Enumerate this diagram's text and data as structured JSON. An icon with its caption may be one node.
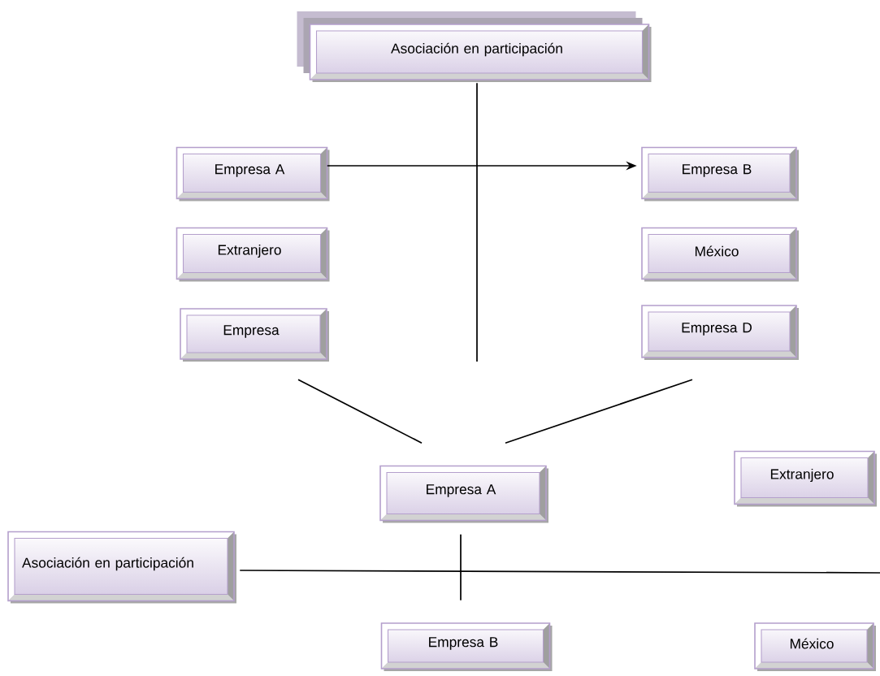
{
  "diagram": {
    "nodes": [
      {
        "text": [
          "Asociación en participación"
        ]
      },
      {
        "text": [
          "Empresa A"
        ]
      },
      {
        "text": [
          "Empresa B"
        ]
      },
      {
        "text": [
          "Extranjero"
        ]
      },
      {
        "text": [
          "México"
        ]
      },
      {
        "text": [
          "Empresa"
        ]
      },
      {
        "text": [
          "Empresa D"
        ]
      },
      {
        "text": [
          "Empresa  A"
        ]
      },
      {
        "text": [
          "Extranjero"
        ]
      },
      {
        "text": [
          "Asociación en participación"
        ]
      },
      {
        "text": [
          "Empresa B"
        ]
      },
      {
        "text": [
          "México"
        ]
      }
    ],
    "edges": [
      {
        "from": 0,
        "to": null,
        "arrow": "none"
      },
      {
        "from": 1,
        "to": 2,
        "arrow": "to"
      },
      {
        "from": 5,
        "to": 7,
        "arrow": "none"
      },
      {
        "from": 6,
        "to": 7,
        "arrow": "none"
      },
      {
        "from": 9,
        "to": null,
        "arrow": "none"
      },
      {
        "from": 7,
        "to": 10,
        "arrow": "none"
      }
    ]
  }
}
